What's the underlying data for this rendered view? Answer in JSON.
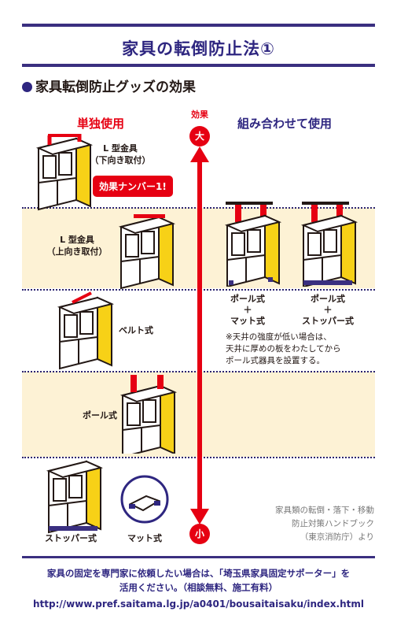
{
  "title": "家具の転倒防止法①",
  "section_heading": "家具転倒防止グッズの効果",
  "columns": {
    "left": "単独使用",
    "right": "組み合わせて使用"
  },
  "axis": {
    "label": "効果",
    "top": "大",
    "bottom": "小"
  },
  "items": {
    "l_down": "L 型金具\n（下向き取付）",
    "l_up": "L 型金具\n（上向き取付）",
    "belt": "ベルト式",
    "pole": "ポール式",
    "stopper": "ストッパー式",
    "mat": "マット式"
  },
  "badge": "効果ナンバー1!",
  "combos": {
    "a": "ポール式\n＋\nマット式",
    "b": "ポール式\n＋\nストッパー式"
  },
  "ceiling_note": "※天井の強度が低い場合は、\n天井に厚めの板をわたしてから\nポール式器具を設置する。",
  "source": "家具類の転倒・落下・移動\n防止対策ハンドブック\n（東京消防庁）より",
  "footer": {
    "line1": "家具の固定を専門家に依頼したい場合は、「埼玉県家具固定サポーター」を",
    "line2": "活用ください。（相談無料、施工有料）",
    "url": "http://www.pref.saitama.lg.jp/a0401/bousaitaisaku/index.html"
  },
  "colors": {
    "navy": "#2e2680",
    "red": "#e60012",
    "yellow": "#f7d117",
    "tan": "#fdf2d5"
  }
}
